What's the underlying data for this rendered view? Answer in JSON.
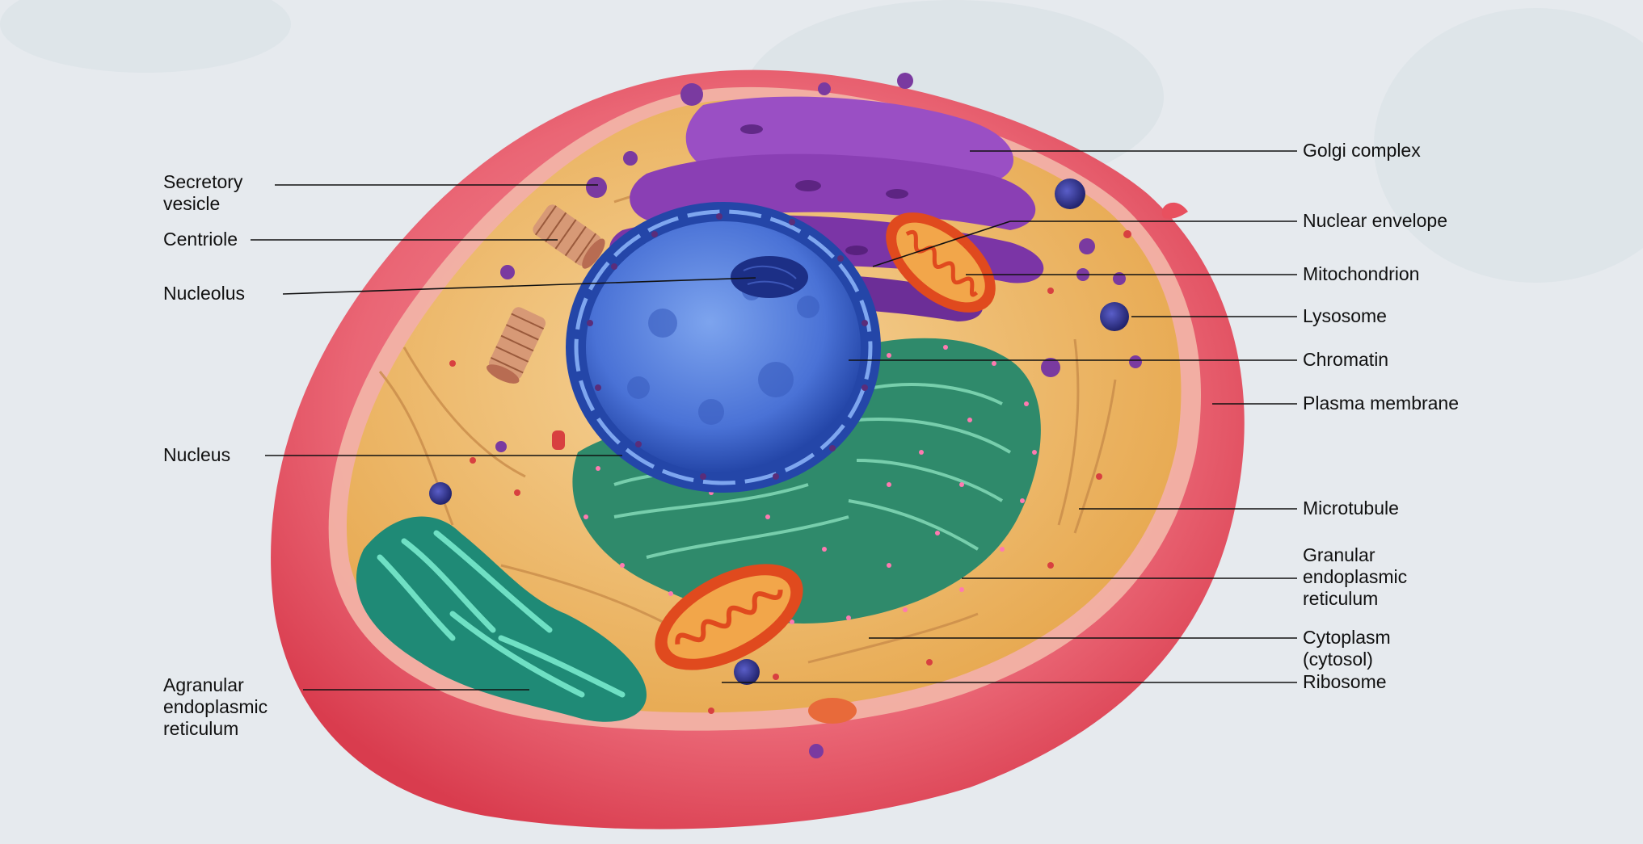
{
  "labels_left": {
    "secretory_vesicle": "Secretory\nvesicle",
    "centriole": "Centriole",
    "nucleolus": "Nucleolus",
    "nucleus": "Nucleus",
    "agranular_er": "Agranular\nendoplasmic\nreticulum"
  },
  "labels_right": {
    "golgi_complex": "Golgi complex",
    "nuclear_envelope": "Nuclear envelope",
    "mitochondrion": "Mitochondrion",
    "lysosome": "Lysosome",
    "chromatin": "Chromatin",
    "plasma_membrane": "Plasma membrane",
    "microtubule": "Microtubule",
    "granular_er": "Granular\nendoplasmic\nreticulum",
    "cytoplasm": "Cytoplasm\n(cytosol)",
    "ribosome": "Ribosome"
  },
  "colors": {
    "membrane": "#e8505f",
    "cytoplasm": "#eab35a",
    "nucleus": "#3a62c9",
    "golgi": "#8a3fb4",
    "rough_er": "#2f8a6b",
    "smooth_er": "#2aa58a",
    "mitochondrion": "#e04a1e",
    "lysosome": "#2c2f8f",
    "vesicle": "#7a3aa0"
  }
}
